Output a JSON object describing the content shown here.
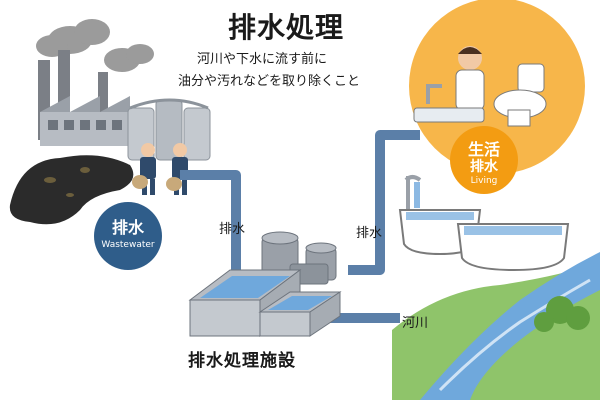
{
  "title": "排水処理",
  "subtitle_lines": [
    "河川や下水に流す前に",
    "油分や汚れなどを取り除くこと"
  ],
  "wastewater_badge": {
    "main": "排水",
    "sub": "Wastewater"
  },
  "living_badge": {
    "line1": "生活",
    "line2": "排水",
    "sub": "Living"
  },
  "pipe_labels": {
    "left": "排水",
    "right": "排水",
    "river": "河川"
  },
  "facility_label": "排水処理施設",
  "colors": {
    "pipe": "#5b7fa8",
    "badge": "#2f5d8a",
    "living_circle": "#f7b64a",
    "living_badge": "#f39c12",
    "water": "#6fa8dc",
    "sludge": "#2b2b2b",
    "grass": "#8fc46a"
  }
}
